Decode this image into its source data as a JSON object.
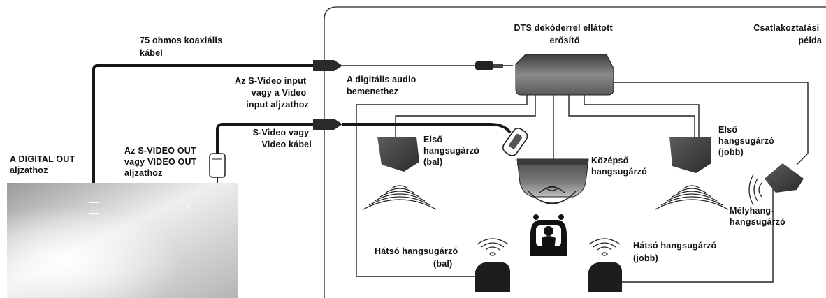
{
  "labels": {
    "cable_75ohm": [
      "75 ohmos koaxiális",
      "kábel"
    ],
    "digital_out_jack": [
      "A DIGITAL OUT",
      "aljzathoz"
    ],
    "svideo_out_jack": [
      "Az S-VIDEO OUT",
      "vagy VIDEO OUT",
      "aljzathoz"
    ],
    "svideo_input_jack": [
      "Az S-Video input",
      "vagy a Video",
      "input aljzathoz"
    ],
    "svideo_cable": [
      "S-Video vagy",
      "Video kábel"
    ],
    "digital_audio_input": [
      "A digitális audio",
      "bemenethez"
    ],
    "dts_decoder_amp": [
      "DTS dekóderrel ellátott",
      "erősítő"
    ],
    "system_example": [
      "Csatlakoztatási",
      "példa"
    ],
    "front_left": [
      "Első",
      "hangsugárzó",
      "(bal)"
    ],
    "center": [
      "Középső",
      "hangsugárzó"
    ],
    "front_right": [
      "Első",
      "hangsugárzó",
      "(jobb)"
    ],
    "subwoofer": [
      "Mélyhang-",
      "hangsugárzó"
    ],
    "rear_left": [
      "Hátsó hangsugárzó",
      "(bal)"
    ],
    "rear_right": [
      "Hátsó hangsugárzó",
      "(jobb)"
    ]
  },
  "colors": {
    "line": "#151515",
    "device_dark": "#5a5a5a",
    "device_light": "#d8d8d8",
    "background": "#ffffff"
  },
  "icons": {
    "listener": "listener-icon",
    "speaker_waves": "sound-wave-icon",
    "plug": "rca-plug-icon"
  }
}
